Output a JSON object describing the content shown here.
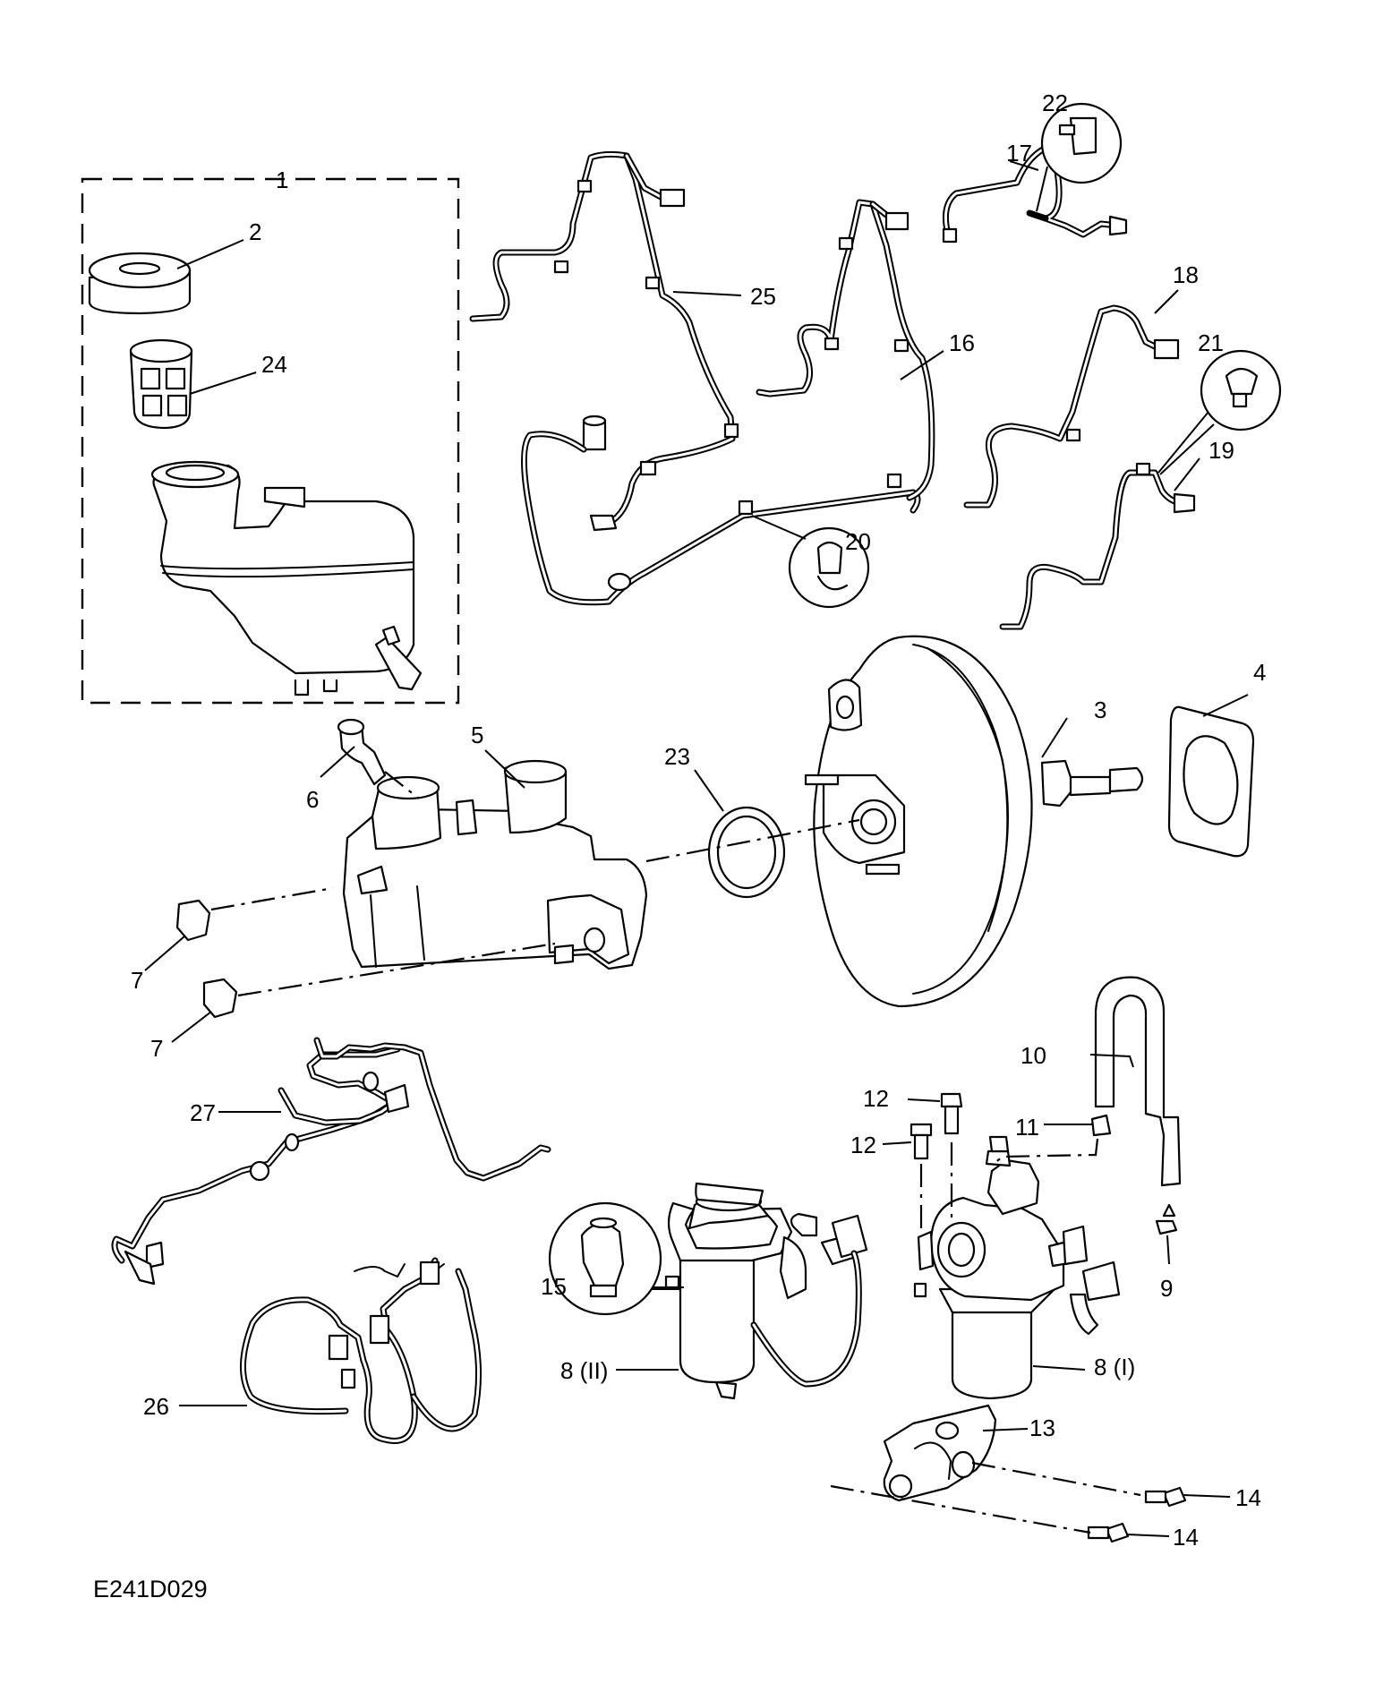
{
  "figure_id": "E241D029",
  "callouts": {
    "c1": "1",
    "c2": "2",
    "c3": "3",
    "c4": "4",
    "c5": "5",
    "c6": "6",
    "c7a": "7",
    "c7b": "7",
    "c8a": "8 (II)",
    "c8b": "8 (I)",
    "c9": "9",
    "c10": "10",
    "c11": "11",
    "c12a": "12",
    "c12b": "12",
    "c13": "13",
    "c14a": "14",
    "c14b": "14",
    "c15": "15",
    "c16": "16",
    "c17": "17",
    "c18": "18",
    "c19": "19",
    "c20": "20",
    "c21": "21",
    "c22": "22",
    "c23": "23",
    "c24": "24",
    "c25": "25",
    "c26": "26",
    "c27": "27"
  },
  "colors": {
    "line": "#000000",
    "background": "#ffffff"
  }
}
